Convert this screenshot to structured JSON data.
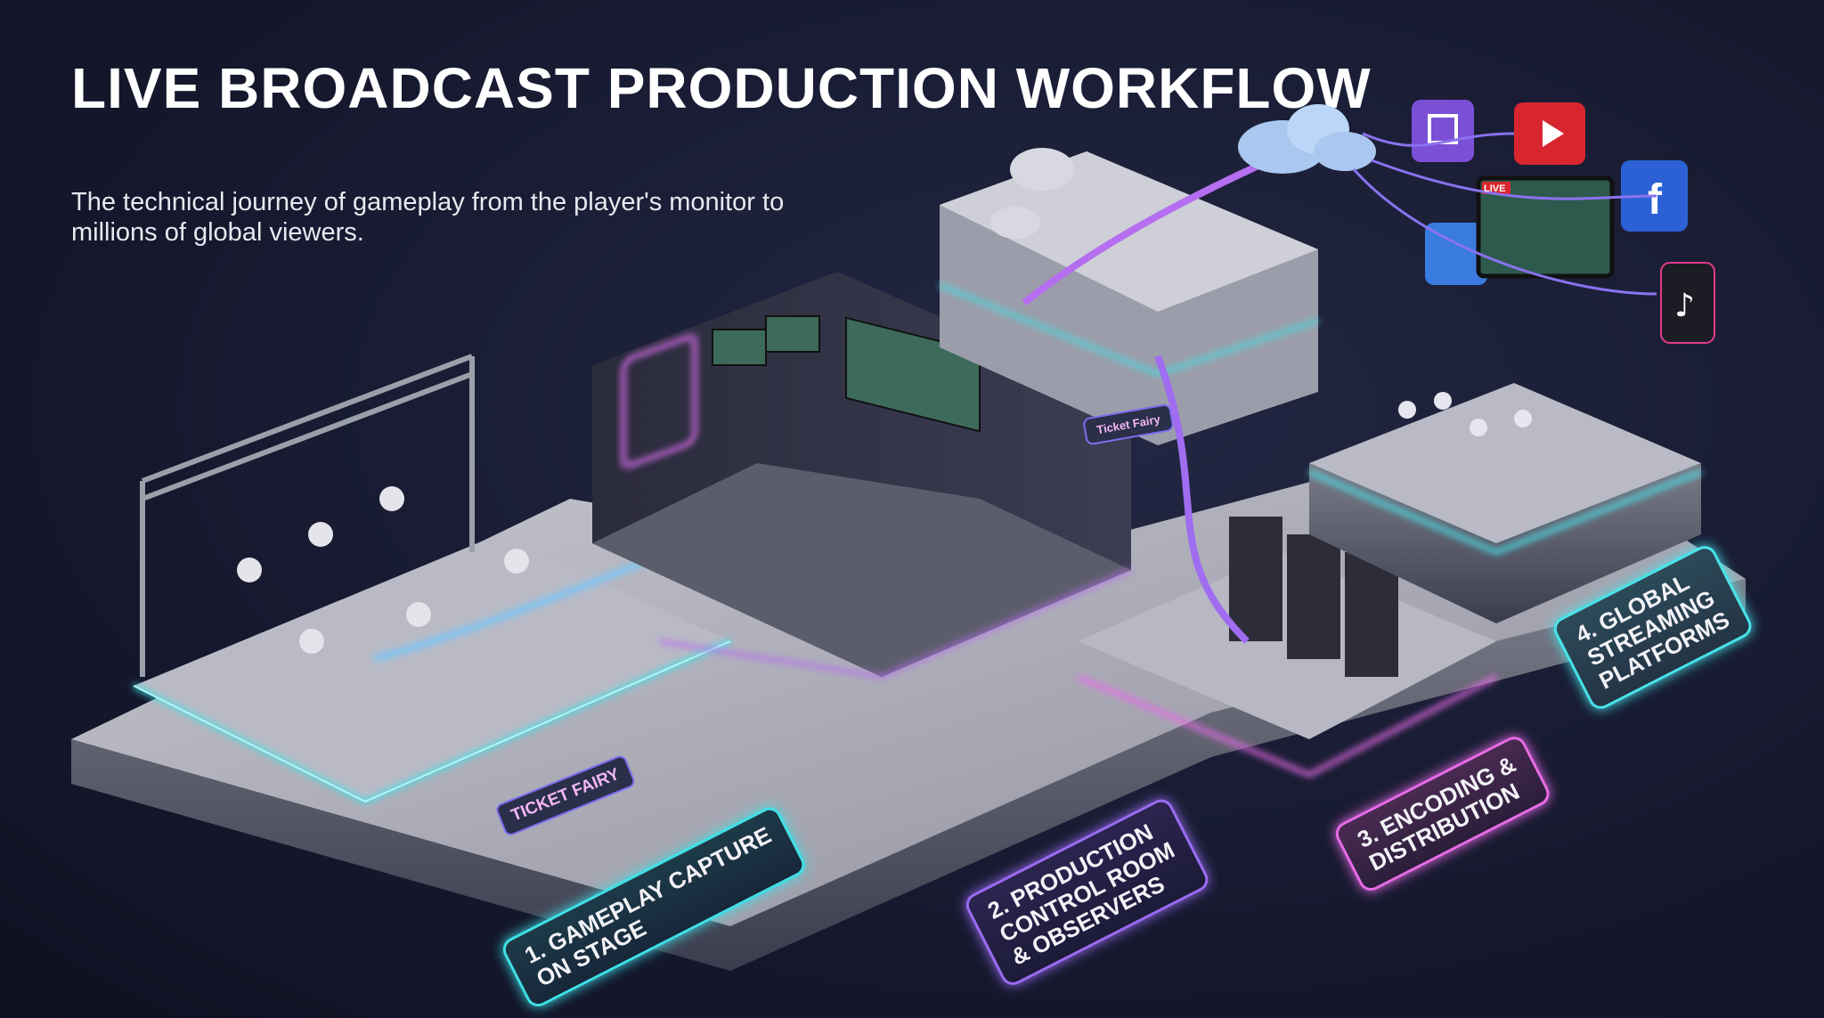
{
  "header": {
    "title": "LIVE BROADCAST PRODUCTION WORKFLOW",
    "subtitle": "The technical journey of gameplay from the player's monitor to millions of global viewers."
  },
  "stages": [
    {
      "label": "1. Gameplay Capture\non Stage",
      "color": "#3fe0e6"
    },
    {
      "label": "2. Production\nControl Room\n& Observers",
      "color": "#9a6cf2"
    },
    {
      "label": "3. Encoding &\nDistribution",
      "color": "#e86ce8"
    },
    {
      "label": "4. Global\nStreaming\nPlatforms",
      "color": "#49e3ea"
    }
  ],
  "signs": {
    "stage_sign": "TICKET FAIRY",
    "wall_sign": "Ticket Fairy",
    "live_badge": "LIVE"
  },
  "platform_icons": [
    "twitch-icon",
    "youtube-icon",
    "facebook-icon",
    "tiktok-icon",
    "generic-stream-icon"
  ],
  "colors": {
    "background": "#171a30",
    "cyan_neon": "#3fe0e6",
    "purple_neon": "#9a6cf2",
    "pink_neon": "#e86ce8"
  }
}
